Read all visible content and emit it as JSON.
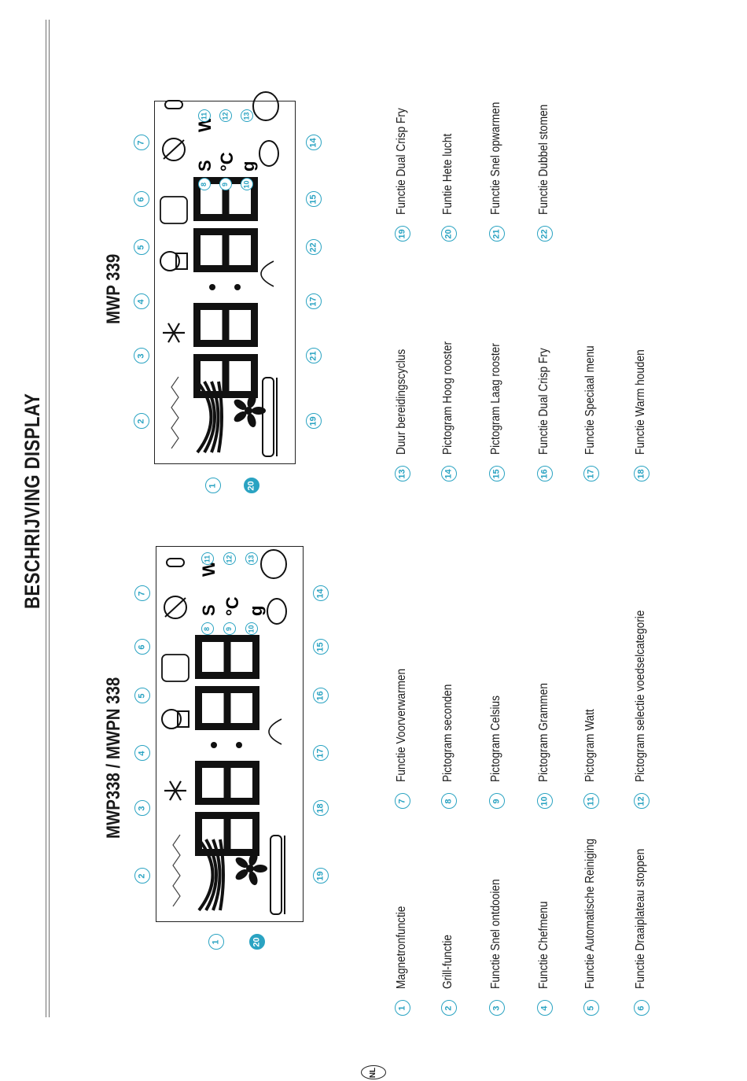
{
  "heading": "BESCHRIJVING DISPLAY",
  "models": {
    "left": "MWP338 / MWPN 338",
    "right": "MWP 339"
  },
  "display": {
    "digits": "88:88",
    "unit_seconds": "S",
    "unit_watt": "W",
    "unit_celsius": "°C",
    "unit_grams": "g"
  },
  "legend": [
    {
      "num": "1",
      "label": "Magnetronfunctie"
    },
    {
      "num": "2",
      "label": "Grill-functie"
    },
    {
      "num": "3",
      "label": "Functie Snel ontdooien"
    },
    {
      "num": "4",
      "label": "Functie Chefmenu"
    },
    {
      "num": "5",
      "label": "Functie Automatische Reiniging"
    },
    {
      "num": "6",
      "label": "Functie Draaiplateau stoppen"
    },
    {
      "num": "7",
      "label": "Functie Voorverwarmen"
    },
    {
      "num": "8",
      "label": "Pictogram seconden"
    },
    {
      "num": "9",
      "label": "Pictogram Celsius"
    },
    {
      "num": "10",
      "label": "Pictogram Grammen"
    },
    {
      "num": "11",
      "label": "Pictogram Watt"
    },
    {
      "num": "12",
      "label": "Pictogram selectie voedselcategorie"
    },
    {
      "num": "13",
      "label": "Duur bereidingscyclus"
    },
    {
      "num": "14",
      "label": "Pictogram Hoog rooster"
    },
    {
      "num": "15",
      "label": "Pictogram Laag rooster"
    },
    {
      "num": "16",
      "label": "Functie Dual Crisp Fry"
    },
    {
      "num": "17",
      "label": "Functie Speciaal menu"
    },
    {
      "num": "18",
      "label": "Functie Warm houden"
    },
    {
      "num": "19",
      "label": "Functie Dual Crisp Fry"
    },
    {
      "num": "20",
      "label": "Funtie Hete lucht"
    },
    {
      "num": "21",
      "label": "Functie Snel opwarmen"
    },
    {
      "num": "22",
      "label": "Functie Dubbel stomen"
    }
  ],
  "callouts": {
    "left": {
      "top_row": [
        "2",
        "3",
        "4",
        "5",
        "6",
        "7"
      ],
      "bottom_row": [
        "19",
        "18",
        "17",
        "16",
        "15",
        "14"
      ],
      "unit_markers": [
        "8",
        "9",
        "10",
        "11",
        "12",
        "13"
      ],
      "side_plain": "1",
      "side_filled": "20"
    },
    "right": {
      "top_row": [
        "2",
        "3",
        "4",
        "5",
        "6",
        "7"
      ],
      "bottom_row": [
        "19",
        "21",
        "17",
        "22",
        "15",
        "14"
      ],
      "unit_markers": [
        "8",
        "9",
        "10",
        "11",
        "12",
        "13"
      ],
      "side_plain": "1",
      "side_filled": "20"
    }
  },
  "footer": {
    "badge": "NL"
  },
  "colors": {
    "accent": "#2aa3c2",
    "ink": "#1a1a1a"
  }
}
